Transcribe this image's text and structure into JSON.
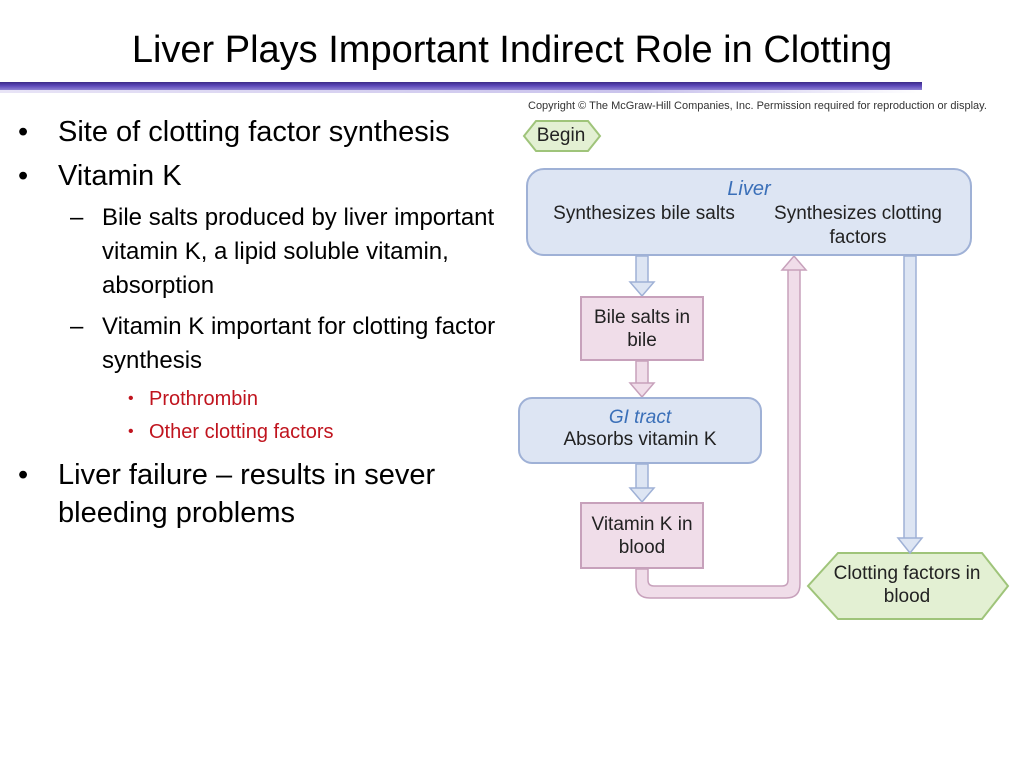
{
  "slide": {
    "title": "Liver Plays Important Indirect Role in Clotting",
    "copyright": "Copyright © The McGraw-Hill Companies, Inc. Permission required for reproduction or display."
  },
  "bullets": {
    "b1": "Site of clotting factor synthesis",
    "b2": "Vitamin K",
    "b2_sub1": "Bile salts produced by liver important vitamin K, a lipid soluble vitamin, absorption",
    "b2_sub2": "Vitamin K important for clotting factor synthesis",
    "b2_sub2_items": [
      "Prothrombin",
      "Other clotting factors"
    ],
    "b3": "Liver failure – results in sever bleeding problems",
    "marker_level1": "•",
    "marker_level2": "–",
    "marker_level3": "•"
  },
  "diagram": {
    "begin": "Begin",
    "liver_header": "Liver",
    "liver_left": "Synthesizes bile salts",
    "liver_right": "Synthesizes clotting factors",
    "bile_box": "Bile salts in bile",
    "gi_header": "GI tract",
    "gi_sub": "Absorbs vitamin K",
    "vitk_box": "Vitamin K in blood",
    "clotting_box": "Clotting factors in blood",
    "colors": {
      "blue_fill": "#dde5f3",
      "blue_stroke": "#9fb1d6",
      "pink_fill": "#f0dde9",
      "pink_stroke": "#c7a1bb",
      "green_fill": "#e3f0d3",
      "green_stroke": "#9fc47a",
      "italic_blue": "#3a6fb8",
      "red_text": "#c0141e"
    }
  }
}
